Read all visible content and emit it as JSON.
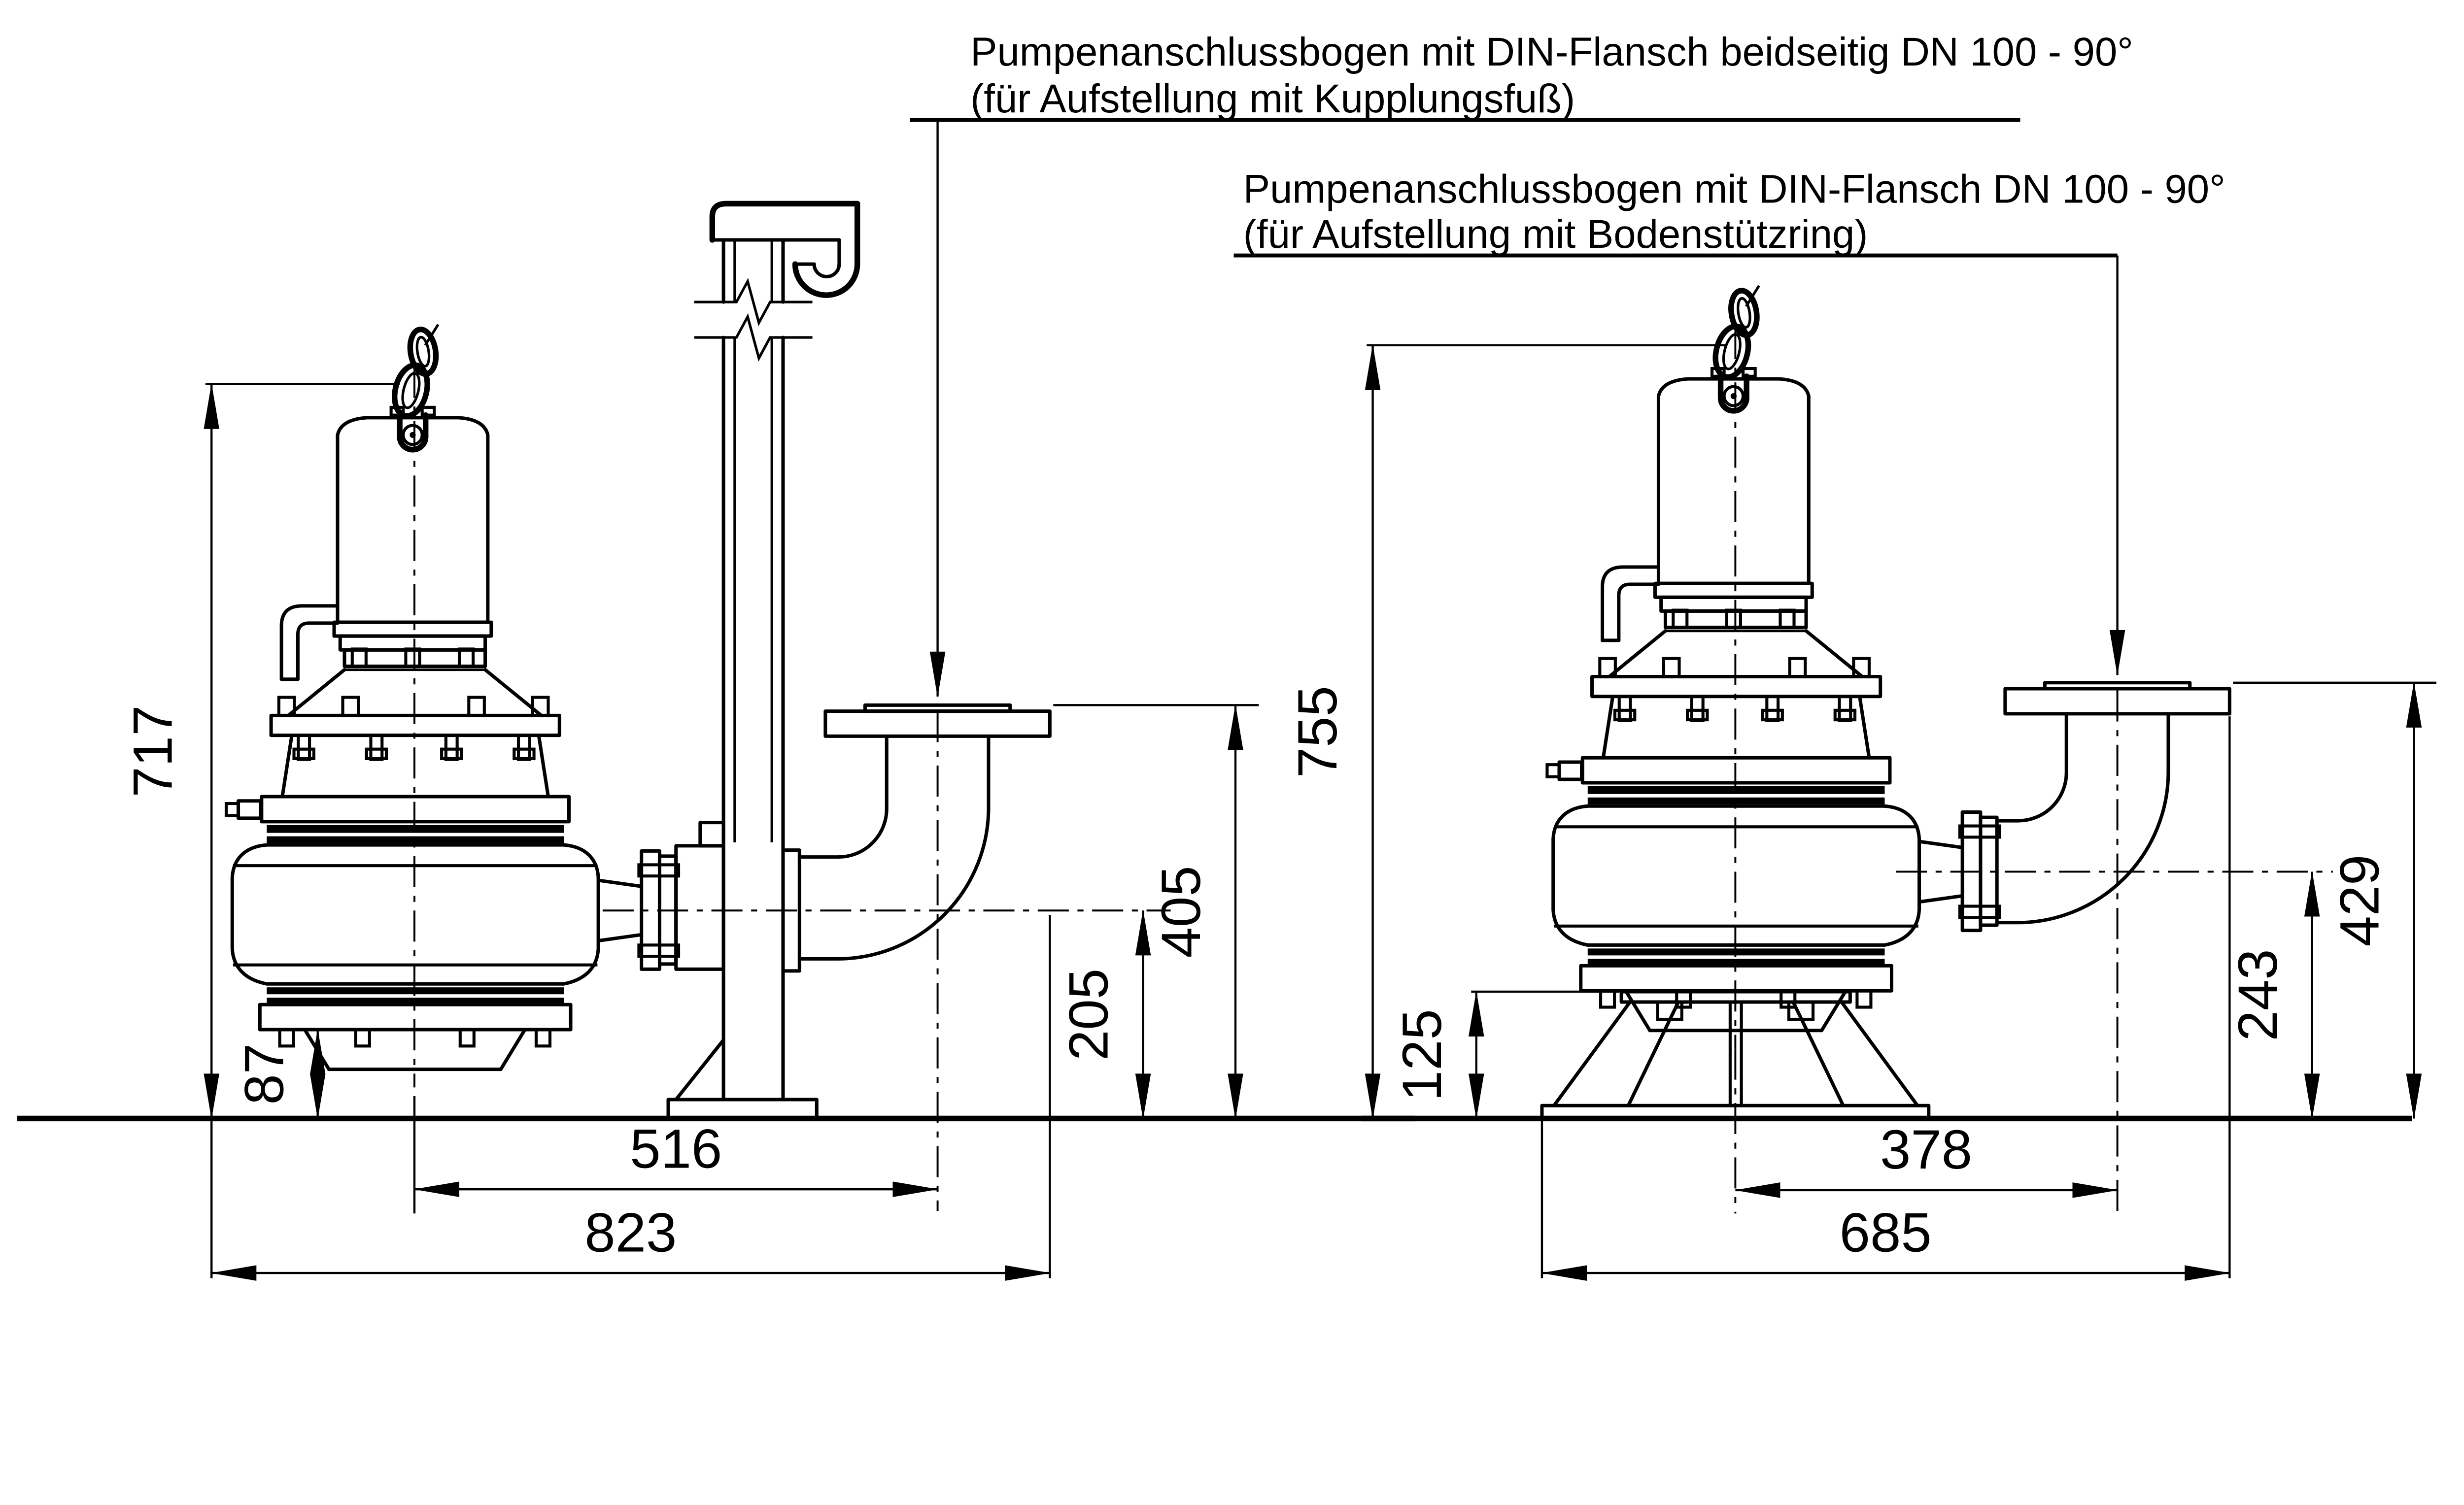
{
  "drawing": {
    "background": "#ffffff",
    "line_color": "#000000",
    "labels": {
      "coupling": {
        "line1": "Pumpenanschlussbogen mit DIN-Flansch beidseitig DN 100 - 90°",
        "line2": "(für Aufstellung mit Kupplungsfuß)"
      },
      "ring": {
        "line1": "Pumpenanschlussbogen mit DIN-Flansch DN 100 - 90°",
        "line2": "(für Aufstellung mit Bodenstützring)"
      }
    },
    "left_view": {
      "installation": "Kupplungsfuß",
      "dims": {
        "total_height": "717",
        "clearance": "87",
        "axis_span": "516",
        "overall_width": "823",
        "outlet_center": "205",
        "flange_height": "405"
      }
    },
    "right_view": {
      "installation": "Bodenstützring",
      "dims": {
        "total_height": "755",
        "ring_height": "125",
        "axis_span": "378",
        "overall_width": "685",
        "outlet_center": "243",
        "flange_height": "429"
      }
    }
  }
}
